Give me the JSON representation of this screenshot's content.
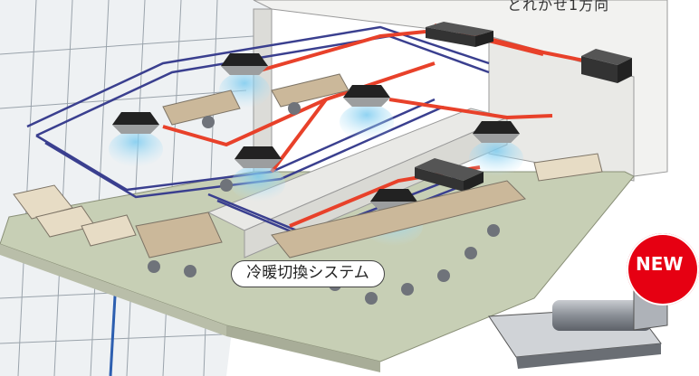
{
  "top_caption": "とれかせ1方向",
  "system_label": "冷暖切換システム",
  "new_badge": "NEW",
  "colors": {
    "refrigerant_pipe": "#e8412a",
    "drain_pipe": "#3a3f8f",
    "cool_air": "#8fd3f0",
    "floor": "#c7cfb5",
    "badge": "#e60012"
  }
}
